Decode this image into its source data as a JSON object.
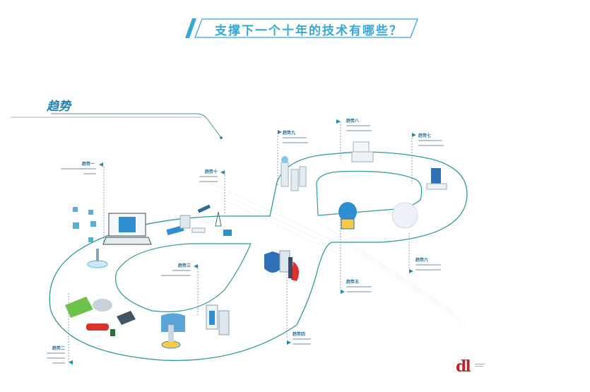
{
  "title": "支撑下一个十年的技术有哪些？",
  "section_heading": "趋势",
  "trends": [
    {
      "label": "趋势一"
    },
    {
      "label": "趋势二"
    },
    {
      "label": "趋势三"
    },
    {
      "label": "趋势四"
    },
    {
      "label": "趋势五"
    },
    {
      "label": "趋势六"
    },
    {
      "label": "趋势七"
    },
    {
      "label": "趋势八"
    },
    {
      "label": "趋势九"
    },
    {
      "label": "趋势十"
    }
  ],
  "logo": "dl",
  "colors": {
    "title": "#35a8d6",
    "heading": "#1d7fb3",
    "loop": "#2e9a96",
    "label": "#2a6f9b",
    "marker": "#1f8aa8",
    "logo": "#c0222b"
  }
}
